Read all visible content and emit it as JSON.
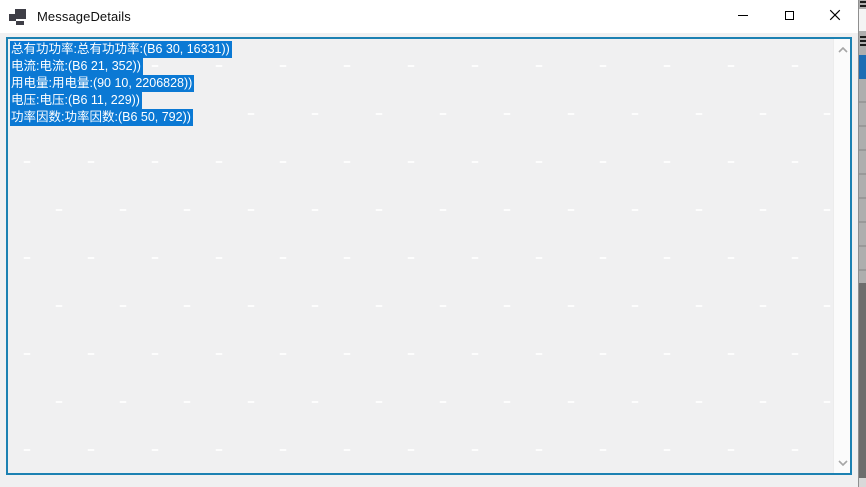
{
  "window": {
    "title": "MessageDetails"
  },
  "messages": [
    "总有功功率:总有功功率:(B6 30, 16331))",
    "电流:电流:(B6 21, 352))",
    "用电量:用电量:(90 10, 2206828))",
    "电压:电压:(B6 11, 229))",
    "功率因数:功率因数:(B6 50, 792))"
  ],
  "colors": {
    "selection_blue": "#0b79d4",
    "textbox_border": "#1c81b2",
    "titlebar_bg": "#ffffff",
    "content_bg": "#f0f0f1"
  }
}
